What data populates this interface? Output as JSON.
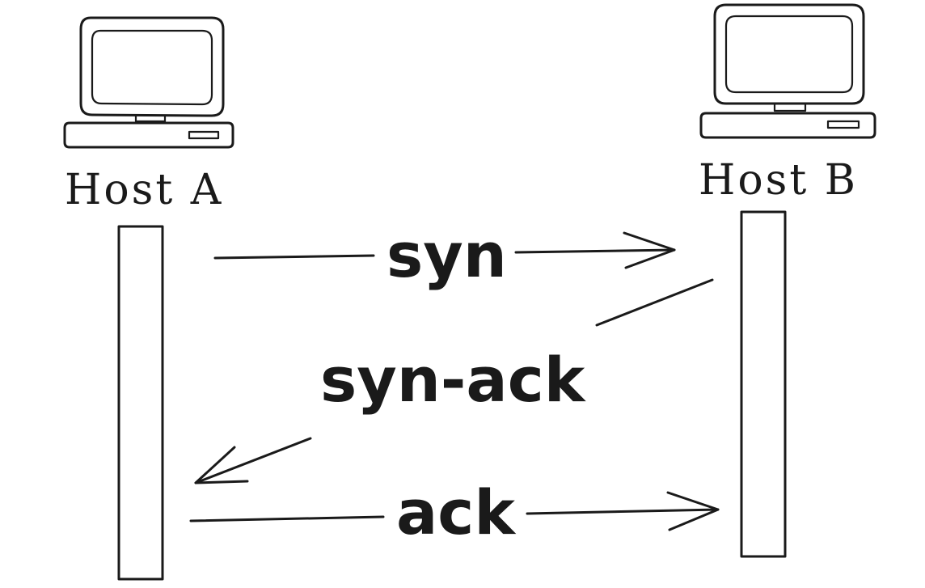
{
  "hosts": {
    "a": {
      "label": "Host A",
      "icon": "computer-icon"
    },
    "b": {
      "label": "Host B",
      "icon": "computer-icon"
    }
  },
  "messages": [
    {
      "label": "syn",
      "from": "Host A",
      "to": "Host B"
    },
    {
      "label": "syn-ack",
      "from": "Host B",
      "to": "Host A"
    },
    {
      "label": "ack",
      "from": "Host A",
      "to": "Host B"
    }
  ],
  "colors": {
    "ink": "#1a1a1a",
    "background": "#ffffff"
  }
}
